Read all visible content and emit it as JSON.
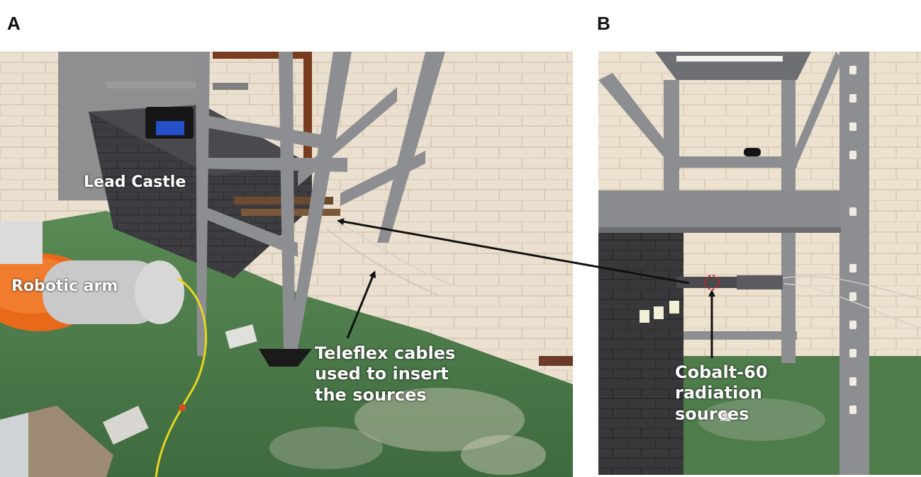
{
  "figure": {
    "panel_a": {
      "letter": "A"
    },
    "panel_b": {
      "letter": "B"
    }
  },
  "labels": {
    "lead_castle": "Lead Castle",
    "robotic_arm": "Robotic arm",
    "teleflex_cables": [
      "Teleflex cables",
      "used to insert",
      "the sources"
    ],
    "cobalt_sources": [
      "Cobalt-60",
      "radiation",
      "sources"
    ]
  },
  "colors": {
    "wall": "#e8dccb",
    "floor": "#4f7a4a",
    "shelf": "#8d8e92",
    "lead": "#3a3a3e",
    "robot_orange": "#e8691a",
    "cable_yellow": "#e6d61e",
    "arrow": "#111111",
    "marker_red": "#e01b1b"
  }
}
